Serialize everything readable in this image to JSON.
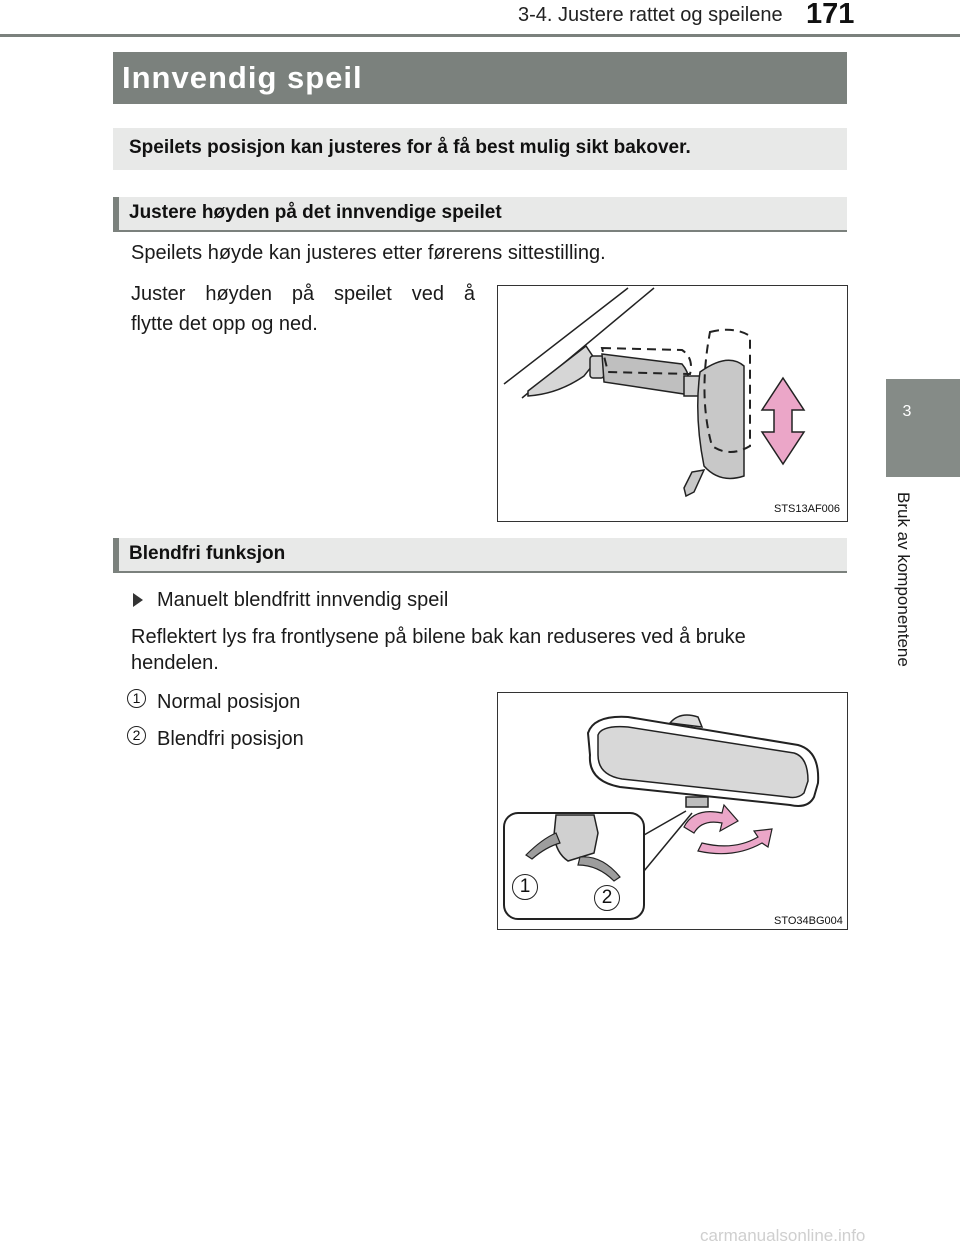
{
  "header": {
    "running_title": "3-4. Justere rattet og speilene",
    "page_number": "171"
  },
  "side_tab": {
    "chapter_number": "3",
    "chapter_label": "Bruk av komponentene"
  },
  "section": {
    "title": "Innvendig speil",
    "intro": "Speilets posisjon kan justeres for å få best mulig sikt bakover."
  },
  "height_adjust": {
    "heading": "Justere høyden på det innvendige speilet",
    "text1": "Speilets høyde kan justeres etter førerens sittestilling.",
    "text2_line1": "Juster høyden på speilet ved å",
    "text2_line2": "flytte det opp og ned.",
    "figure_code": "STS13AF006"
  },
  "antiglare": {
    "heading": "Blendfri funksjon",
    "bullet": "Manuelt blendfritt innvendig speil",
    "text_line1": "Reflektert lys fra frontlysene på bilene bak kan reduseres ved å bruke",
    "text_line2": "hendelen.",
    "items": [
      {
        "num": "1",
        "label": "Normal posisjon"
      },
      {
        "num": "2",
        "label": "Blendfri posisjon"
      }
    ],
    "figure_code": "STO34BG004",
    "figure_callouts": [
      "1",
      "2"
    ]
  },
  "footer": {
    "watermark": "carmanualsonline.info"
  }
}
